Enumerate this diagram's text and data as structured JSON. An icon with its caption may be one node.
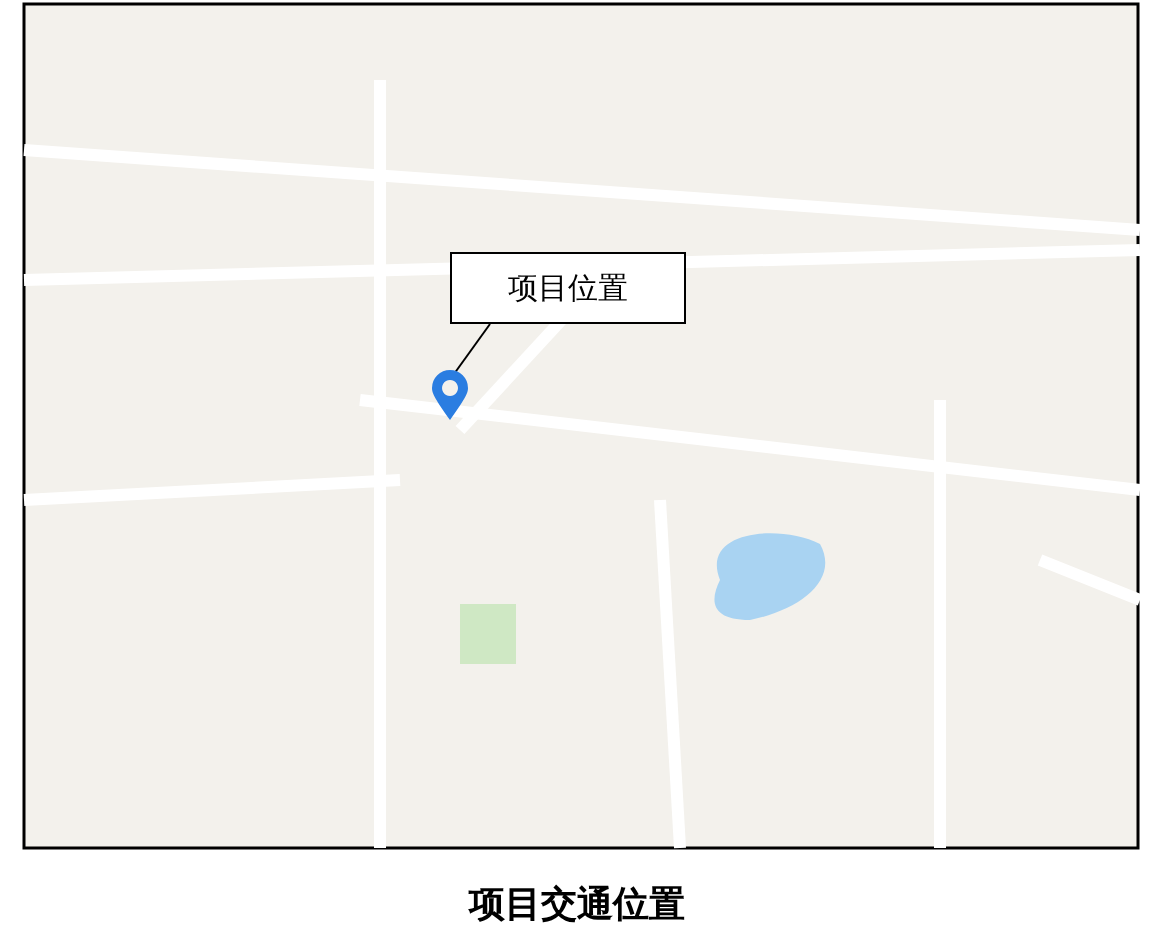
{
  "diagram": {
    "caption": "项目交通位置",
    "nodes": [
      {
        "text": [
          "项目位置"
        ]
      },
      {
        "text": [],
        "shape": "picture"
      }
    ],
    "edges": [
      {
        "from": 0,
        "to": 1,
        "arrow": "none"
      }
    ]
  }
}
